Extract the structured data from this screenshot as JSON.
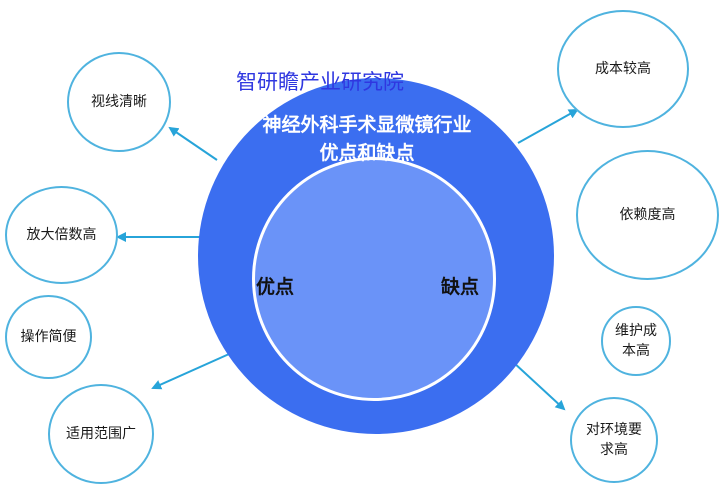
{
  "watermark": "智研瞻产业研究院",
  "title_line1": "神经外科手术显微镜行业",
  "title_line2": "优点和缺点",
  "advantages_label": "优点",
  "disadvantages_label": "缺点",
  "advantages": [
    "视线清晰",
    "放大倍数高",
    "操作简便",
    "适用范围广"
  ],
  "disadvantages": [
    "成本较高",
    "依赖度高",
    "维护成本高",
    "对环境要求高"
  ],
  "colors": {
    "outer_circle": "#3b6ef0",
    "inner_circle": "#6a93f8",
    "bubble_border": "#4fb3df",
    "arrow": "#27a4d9",
    "watermark": "#2f37e0"
  }
}
